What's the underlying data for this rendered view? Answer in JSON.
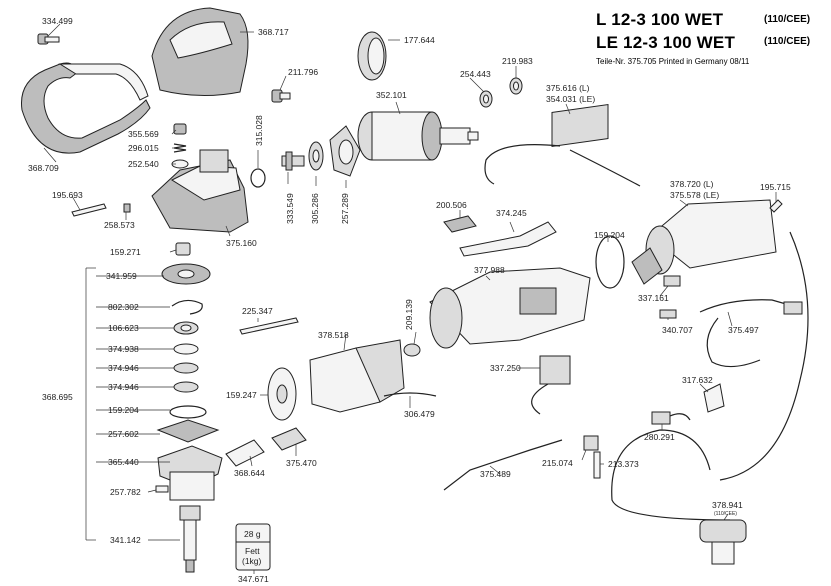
{
  "header": {
    "line1_model": "L   12-3 100 WET",
    "line1_variant": "(110/CEE)",
    "line2_model": "LE 12-3 100 WET",
    "line2_variant": "(110/CEE)",
    "subtitle": "Teile-Nr. 375.705  Printed in Germany 08/11"
  },
  "parts": [
    {
      "id": "p334499",
      "number": "334.499",
      "icon": "screw-icon"
    },
    {
      "id": "p368717",
      "number": "368.717",
      "icon": "gear-cover-icon"
    },
    {
      "id": "p177644",
      "number": "177.644",
      "icon": "fan-icon"
    },
    {
      "id": "p211796",
      "number": "211.796",
      "icon": "screw-icon"
    },
    {
      "id": "p352101",
      "number": "352.101",
      "icon": "armature-icon"
    },
    {
      "id": "p254443",
      "number": "254.443",
      "icon": "bearing-icon"
    },
    {
      "id": "p219983",
      "number": "219.983",
      "icon": "bearing-icon"
    },
    {
      "id": "p375616",
      "number": "375.616 (L)",
      "icon": "electronics-icon"
    },
    {
      "id": "p354031",
      "number": "354.031 (LE)",
      "icon": "electronics-icon"
    },
    {
      "id": "p315028",
      "number": "315.028",
      "icon": "o-ring-icon"
    },
    {
      "id": "p355569",
      "number": "355.569",
      "icon": "spindle-lock-icon"
    },
    {
      "id": "p296015",
      "number": "296.015",
      "icon": "spring-icon"
    },
    {
      "id": "p252540",
      "number": "252.540",
      "icon": "ring-icon"
    },
    {
      "id": "p368709",
      "number": "368.709",
      "icon": "handle-icon"
    },
    {
      "id": "p195693",
      "number": "195.693",
      "icon": "screw-icon"
    },
    {
      "id": "p258573",
      "number": "258.573",
      "icon": "screw-icon"
    },
    {
      "id": "p333549",
      "number": "333.549",
      "icon": "pinion-icon"
    },
    {
      "id": "p305286",
      "number": "305.286",
      "icon": "bearing-icon"
    },
    {
      "id": "p257289",
      "number": "257.289",
      "icon": "flange-icon"
    },
    {
      "id": "p375160",
      "number": "375.160",
      "icon": "gear-housing-icon"
    },
    {
      "id": "p378720",
      "number": "378.720 (L)",
      "icon": "motor-housing-cover-icon"
    },
    {
      "id": "p375578",
      "number": "375.578 (LE)",
      "icon": "motor-housing-cover-icon"
    },
    {
      "id": "p195715",
      "number": "195.715",
      "icon": "screw-icon"
    },
    {
      "id": "p200506",
      "number": "200.506",
      "icon": "switch-icon"
    },
    {
      "id": "p374245",
      "number": "374.245",
      "icon": "switch-rod-icon"
    },
    {
      "id": "p159204a",
      "number": "159.204",
      "icon": "o-ring-icon"
    },
    {
      "id": "p159271",
      "number": "159.271",
      "icon": "bushing-icon"
    },
    {
      "id": "p377988",
      "number": "377.988",
      "icon": "motor-housing-icon"
    },
    {
      "id": "p341959",
      "number": "341.959",
      "icon": "bevel-gear-icon"
    },
    {
      "id": "p337161",
      "number": "337.161",
      "icon": "cable-grommet-icon"
    },
    {
      "id": "p225347",
      "number": "225.347",
      "icon": "screw-icon"
    },
    {
      "id": "p209139",
      "number": "209.139",
      "icon": "bushing-icon"
    },
    {
      "id": "p802302",
      "number": "802.302",
      "icon": "circlip-icon"
    },
    {
      "id": "p378518",
      "number": "378.518",
      "icon": "stator-icon"
    },
    {
      "id": "p340707",
      "number": "340.707",
      "icon": "connector-icon"
    },
    {
      "id": "p375497",
      "number": "375.497",
      "icon": "water-hose-icon"
    },
    {
      "id": "p106623",
      "number": "106.623",
      "icon": "bearing-icon"
    },
    {
      "id": "p374938",
      "number": "374.938",
      "icon": "seal-icon"
    },
    {
      "id": "p374946a",
      "number": "374.946",
      "icon": "seal-icon"
    },
    {
      "id": "p374946b",
      "number": "374.946",
      "icon": "seal-icon"
    },
    {
      "id": "p337250",
      "number": "337.250",
      "icon": "capacitor-icon"
    },
    {
      "id": "p317632",
      "number": "317.632",
      "icon": "cable-clamp-icon"
    },
    {
      "id": "p368695",
      "number": "368.695",
      "icon": "gear-assembly-icon"
    },
    {
      "id": "p159247",
      "number": "159.247",
      "icon": "baffle-icon"
    },
    {
      "id": "p306479",
      "number": "306.479",
      "icon": "wire-icon"
    },
    {
      "id": "p159204b",
      "number": "159.204",
      "icon": "o-ring-icon"
    },
    {
      "id": "p257602",
      "number": "257.602",
      "icon": "flange-icon"
    },
    {
      "id": "p280291",
      "number": "280.291",
      "icon": "connector-icon"
    },
    {
      "id": "p365440",
      "number": "365.440",
      "icon": "bearing-flange-icon"
    },
    {
      "id": "p368644",
      "number": "368.644",
      "icon": "carbon-brush-icon"
    },
    {
      "id": "p375470",
      "number": "375.470",
      "icon": "brush-holder-icon"
    },
    {
      "id": "p375489",
      "number": "375.489",
      "icon": "wire-icon"
    },
    {
      "id": "p215074",
      "number": "215.074",
      "icon": "cable-clamp-icon"
    },
    {
      "id": "p213373",
      "number": "213.373",
      "icon": "screw-icon"
    },
    {
      "id": "p257782",
      "number": "257.782",
      "icon": "screw-icon"
    },
    {
      "id": "p341142",
      "number": "341.142",
      "icon": "spindle-icon"
    },
    {
      "id": "p378941",
      "number": "378.941",
      "icon": "pcd-plug-icon"
    },
    {
      "id": "p347671",
      "number": "347.671",
      "icon": "grease-tin-icon"
    }
  ],
  "extra_labels": {
    "plug_variant": "(110/CEE)",
    "grease_weight": "28 g",
    "grease_name": "Fett",
    "grease_tin": "(1kg)"
  },
  "colors": {
    "ink": "#222222",
    "fill_light": "#f4f4f4",
    "fill_mid": "#dcdcdc",
    "fill_dark": "#bdbdbd"
  }
}
